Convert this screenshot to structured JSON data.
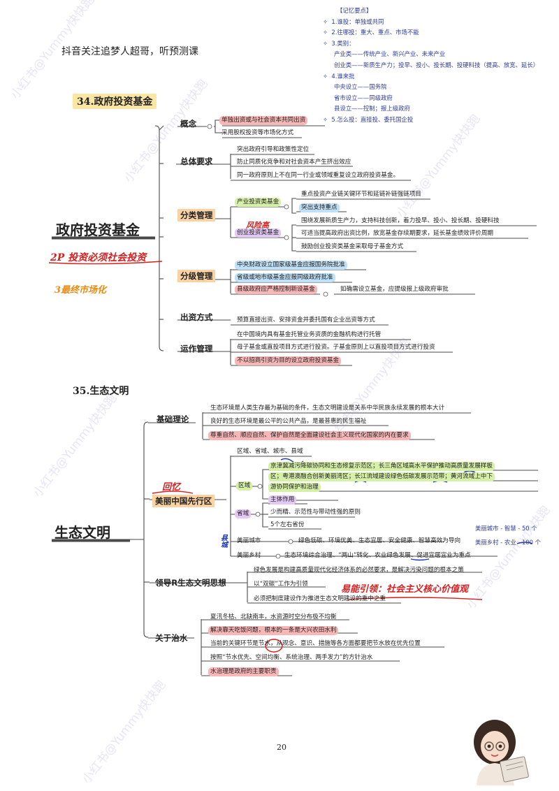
{
  "header": {
    "text": "抖音关注追梦人超哥，听预测课"
  },
  "memory_notes": {
    "title": "【记忆要点】",
    "items": [
      {
        "marker": "✧",
        "text": "1.谁投：单独或共同"
      },
      {
        "marker": "✧",
        "text": "2.往哪投：重大、重点、市场不能"
      },
      {
        "marker": "✧",
        "text": "3.类别："
      },
      {
        "marker": "",
        "text": "产业类——传统产业、新兴产业、未来产业"
      },
      {
        "marker": "",
        "text": "创业类——新质生产力；投早、投小、投长期、投硬科技（提高、放宽、延长）"
      },
      {
        "marker": "✧",
        "text": "4.谁来批"
      },
      {
        "marker": "",
        "text": "中央设立——国务院"
      },
      {
        "marker": "",
        "text": "省市设立——同级政府"
      },
      {
        "marker": "",
        "text": "县设立——控制；报上级政府"
      },
      {
        "marker": "✧",
        "text": "5.怎么投：直接投、委托国企投"
      }
    ]
  },
  "section34": {
    "title": "34.政府投资基金",
    "main": "政府投资基金",
    "branches": {
      "concept": "概念",
      "overall": "总体要求",
      "category": "分类管理",
      "grading": "分级管理",
      "funding": "出资方式",
      "operation": "运作管理"
    },
    "concept_items": [
      "单独出资或与社会资本共同出资",
      "采用股权投资等市场化方式"
    ],
    "overall_items": [
      "突出政府引导和政策性定位",
      "防止同质化竞争和对社会资本产生挤出效应",
      "同一政府原则上不在同一行业或领域重复设立政府投资基金。"
    ],
    "industry": {
      "label": "产业投资类基金",
      "items": [
        "重点投资产业链关键环节和延链补链强链项目",
        "突出支持重点"
      ]
    },
    "startup": {
      "label": "创业投资类基金",
      "items": [
        "围绕发展新质生产力，支持科技创新，着力投早、投小、投长期、投硬科技",
        "可适当提高政府出资比例，放宽基金存续期要求，延长基金绩效评价周期",
        "鼓励创业投资类基金采取母子基金方式"
      ]
    },
    "grading_items": [
      "中央财政设立国家级基金应报国务院批准",
      "省级或地市级基金应报同级政府批准",
      "县级政府应严格控制新设基金",
      "如确需设立基金，应提级报上级政府审批"
    ],
    "funding_item": "预算直接出资、安排资金并委托国有企业出资等方式",
    "operation_items": [
      "在中国境内具有基金托管业务资质的金融机构进行托管",
      "母子基金或直投项目方式进行投资。子基金原则上以直投项目方式进行投资",
      "不以招商引资为目的设立政府投资基金"
    ],
    "hw_side1": "2P 投资必须社会投资",
    "hw_side2": "3最终市场化",
    "hw_risk": "风险高"
  },
  "section35": {
    "title": "35.生态文明",
    "main": "生态文明",
    "branches": {
      "theory": "基础理论",
      "pilot": "美丽中国先行区",
      "leadership": "领导R生态文明思想",
      "water": "关于治水"
    },
    "theory_items": [
      "生态环境是人类生存最为基础的条件，生态文明建设是关系中华民族永续发展的根本大计",
      "良好的生态环境是最公平的公共产品，是最普惠的民生福祉",
      "尊重自然、顺应自然、保护自然是全面建设社会主义现代化国家的内在要求"
    ],
    "levels": "区域、省域、城市、县域",
    "region_label": "区域",
    "region_text_1": "京津冀减污降碳协同和生态修复示范区；长三角区域高水平保护推动高质量发展样板",
    "region_text_2": "区；粤港澳融合创新美丽湾区；长江流域建设绿色低碳发展示范带；黄河流域上中下",
    "region_text_3": "游协同保护和治理",
    "province_label": "省域",
    "province_items": [
      "主体作用",
      "少而精、示范性与带动性强的原则",
      "5个左右省份"
    ],
    "city_label": "美丽城市",
    "city_text": "绿色低碳、环境优美、生态宜居、安全健康、智慧高效为导向",
    "village_label": "美丽乡村",
    "village_text": "生态环境综合治理、“两山”转化、农业绿色发展、促进宜居宜业为重点",
    "leadership_items": [
      "绿色发展是构建高质量现代化经济体系的必然要求，是解决污染问题的根本之策",
      "以“双碳”工作为引领",
      "必须把制度建设作为推进生态文明建设的重中之重"
    ],
    "water_items": [
      "夏汛冬枯、北缺南丰，水资源时空分布极不均衡",
      "解决靠天吃饭问题，根本的一条是大兴农田水利",
      "当前的关键环节是节水，从观念、意识、措施等各方面都要把节水放在优先位置",
      "按照“节水优先、空间均衡、系统治理、两手发力”的方针治水",
      "水治理是政府的主要职责"
    ],
    "hw_huiyi": "回忆",
    "hw_values": "易能引领：社会主义核心价值观",
    "hw_side": "县城",
    "count_city": "美丽城市 - 智慧 - 50 个",
    "count_village": "美丽乡村 - 农业 - 100 个"
  },
  "page_number": "20",
  "watermark": "小红书@Yummy快快跑",
  "colors": {
    "line": "#4a4a4a",
    "notes": "#2c3c9c",
    "handwriting_red": "#d81e1e",
    "handwriting_orange": "#ee8a10"
  }
}
